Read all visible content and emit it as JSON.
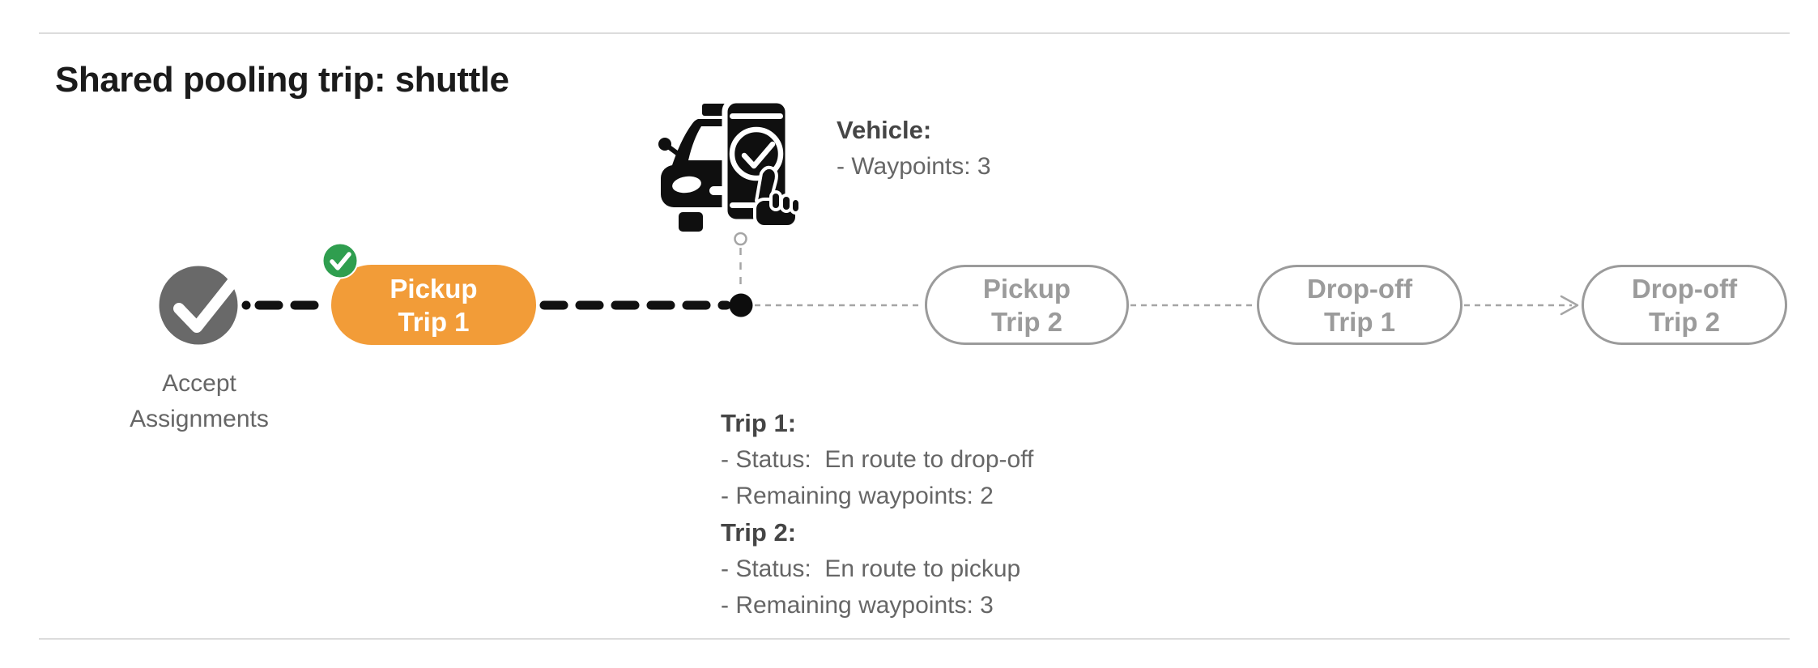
{
  "page": {
    "title": "Shared pooling trip: shuttle"
  },
  "colors": {
    "active_orange": "#F29C38",
    "completed_green": "#2F9E4F",
    "done_gray": "#696969",
    "pending_gray": "#9B9B9B",
    "connector_black": "#111111",
    "connector_gray_dashed": "#A5A5A5",
    "body_text_gray": "#666666"
  },
  "icons": {
    "accept_node": "check-circle-icon",
    "completed_badge": "check-badge-icon",
    "vehicle": "vehicle-phone-checkin-icon",
    "current_position": "current-position-dot",
    "vehicle_anchor": "open-circle-marker"
  },
  "timeline": {
    "accept_label": "Accept\nAssignments",
    "nodes": [
      {
        "label": "Pickup\nTrip 1",
        "state": "completed-active"
      },
      {
        "label": "Pickup\nTrip 2",
        "state": "pending"
      },
      {
        "label": "Drop-off\nTrip 1",
        "state": "pending"
      },
      {
        "label": "Drop-off\nTrip 2",
        "state": "pending"
      }
    ]
  },
  "vehicle_info": {
    "title": "Vehicle:",
    "waypoints_line": "- Waypoints: 3"
  },
  "trip_info": [
    {
      "title": "Trip 1:",
      "status_line": "- Status:  En route to drop-off",
      "waypoints_line": "- Remaining waypoints: 2"
    },
    {
      "title": "Trip 2:",
      "status_line": "- Status:  En route to pickup",
      "waypoints_line": "- Remaining waypoints: 3"
    }
  ]
}
